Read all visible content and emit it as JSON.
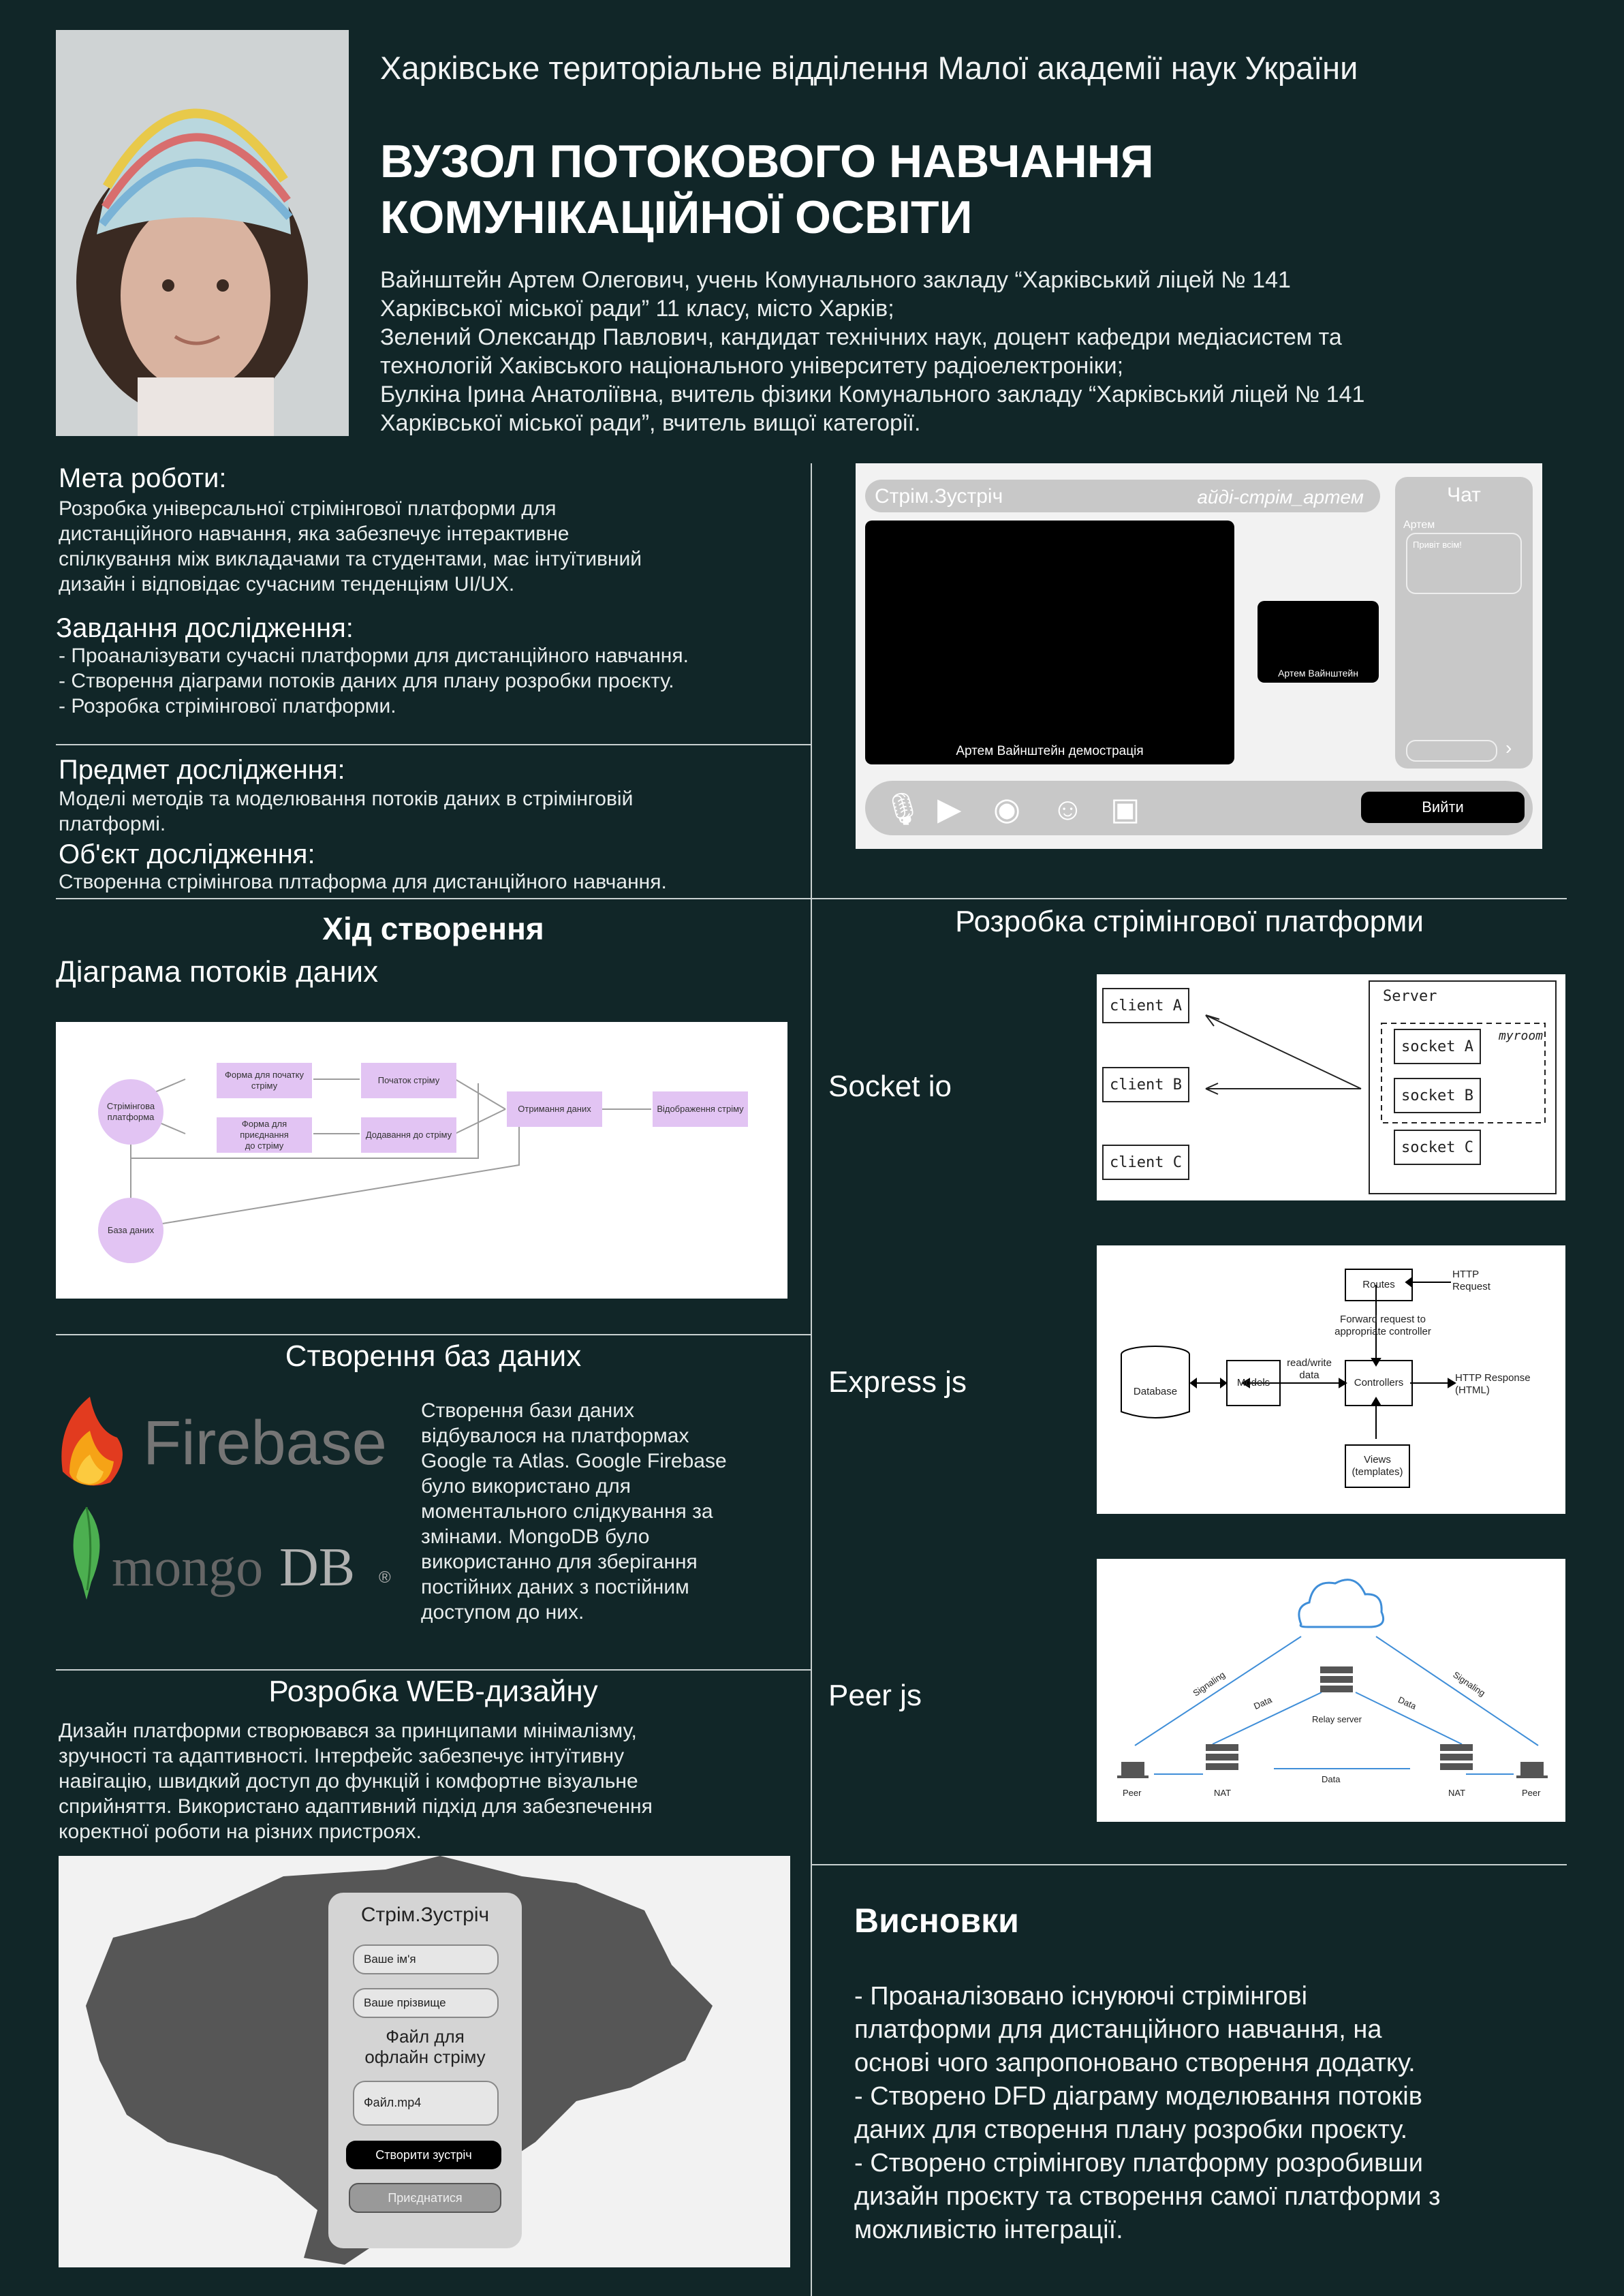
{
  "header": {
    "org": "Харківське територіальне відділення Малої академії наук України",
    "title": "ВУЗОЛ ПОТОКОВОГО НАВЧАННЯ\nКОМУНІКАЦІЙНОЇ ОСВІТИ",
    "authors": "Вайнштейн Артем Олегович, учень Комунального закладу “Харківський ліцей № 141\nХарківської міської ради” 11 класу, місто Харків;\nЗелений Олександр Павлович, кандидат технічних наук, доцент кафедри медіасистем та\nтехнологій Хаківського національного університету радіоелектроніки;\nБулкіна Ірина Анатоліївна, вчитель фізики Комунального закладу “Харківський ліцей № 141\nХарківської міської ради”, вчитель вищої категорії."
  },
  "goal": {
    "heading": "Мета роботи:",
    "text": "Розробка універсальної стрімінгової платформи для\nдистанційного навчання, яка забезпечує інтерактивне\nспілкування між викладачами та студентами, має інтуїтивний\nдизайн і відповідає сучасним тенденціям UI/UX."
  },
  "tasks": {
    "heading": "Завдання дослідження:",
    "text": "- Проаналізувати сучасні платформи для дистанційного навчання.\n- Створення діаграми потоків даних для плану розробки проєкту.\n- Розробка стрімінгової платформи."
  },
  "subject": {
    "heading": "Предмет дослідження:",
    "text": "Моделі методів та моделювання потоків даних в стрімінговій\nплатформі."
  },
  "object": {
    "heading": "Об'єкт дослідження:",
    "text": "Створенна стрімінгова плтаформа для дистанційного навчання."
  },
  "mockup_stream": {
    "app_title": "Стрім.Зустріч",
    "room_id": "айді-стрім_артем",
    "main_video_label": "Артем Вайнштейн демострація",
    "small_video_label": "Артем Вайнштейн",
    "chat_title": "Чат",
    "chat_user": "Артем",
    "chat_message": "Привіт всім!",
    "exit_button": "Вийти"
  },
  "progress": {
    "heading": "Хід створення",
    "dfd_heading": "Діаграма потоків даних"
  },
  "dfd": {
    "nodes": {
      "platform": "Стрімінгова\nплатформа",
      "start_form": "Форма для початку\nстріму",
      "join_form": "Форма для приєднання\nдо стріму",
      "stream_start": "Початок стріму",
      "join_stream": "Додавання до стріму",
      "get_data": "Отримання даних",
      "display": "Відображення стріму",
      "database": "База даних"
    }
  },
  "databases": {
    "heading": "Створення баз даних",
    "firebase_logo": "Firebase",
    "mongo_logo_a": "mongo",
    "mongo_logo_b": "DB",
    "mongo_logo_reg": "®",
    "text": "Створення бази даних\nвідбувалося на платформах\nGoogle та Atlas. Google Firebase\nбуло використано для\nмоментального слідкування за\nзмінами. MongoDB було\nвикористанно для зберігання\nпостійних даних з постійним\nдоступом до них."
  },
  "web_design": {
    "heading": "Розробка WEB-дизайну",
    "text": "Дизайн платформи створювався за принципами мінімалізму,\nзручності та адаптивності. Інтерфейс забезпечує інтуїтивну\nнавігацію, швидкий доступ до функцій і комфортне візуальне\nсприйняття. Використано адаптивний підхід для забезпечення\nкоректної роботи на різних пристроях."
  },
  "mockup_join": {
    "title": "Стрім.Зустріч",
    "name_placeholder": "Ваше ім'я",
    "surname_placeholder": "Ваше прізвище",
    "file_label": "Файл для\nофлайн стріму",
    "file_value": "Файл.mp4",
    "create_button": "Створити зустріч",
    "join_button": "Приєднатися"
  },
  "platform_dev": {
    "heading": "Розробка стрімінгової платформи",
    "socket_label": "Socket io",
    "express_label": "Express js",
    "peer_label": "Peer js"
  },
  "socket_diagram": {
    "client_a": "client A",
    "client_b": "client B",
    "client_c": "client C",
    "server": "Server",
    "room": "myroom",
    "socket_a": "socket A",
    "socket_b": "socket B",
    "socket_c": "socket C"
  },
  "express_diagram": {
    "routes": "Routes",
    "http_request": "HTTP\nRequest",
    "forward": "Forward request to\nappropriate controller",
    "database": "Database",
    "models": "Models",
    "read_write": "read/write\ndata",
    "controllers": "Controllers",
    "http_response": "HTTP Response\n(HTML)",
    "views": "Views\n(templates)"
  },
  "peer_diagram": {
    "signaling_left": "Signaling",
    "signaling_right": "Signaling",
    "data_left": "Data",
    "data_right": "Data",
    "data_bottom": "Data",
    "relay": "Relay server",
    "peer_left": "Peer",
    "peer_right": "Peer",
    "nat_left": "NAT",
    "nat_right": "NAT"
  },
  "conclusions": {
    "heading": "Висновки",
    "text": "- Проаналізовано існуюючі стрімінгові\nплатформи для дистанційного навчання, на\nоснові чого запропоновано створення додатку.\n- Створено DFD діаграму моделювання потоків\nданих для створення плану розробки проєкту.\n- Створено стрімінгову платформу розробивши\nдизайн проєкту та створення самої платформи з\nможливістю інтеграції."
  },
  "colors": {
    "background": "#112628",
    "divider": "#c9d1d1",
    "dfd_node": "#e2c4f3",
    "firebase_gray": "#757575",
    "mongo_green": "#4caf50",
    "peer_blue": "#3f8ed8"
  }
}
